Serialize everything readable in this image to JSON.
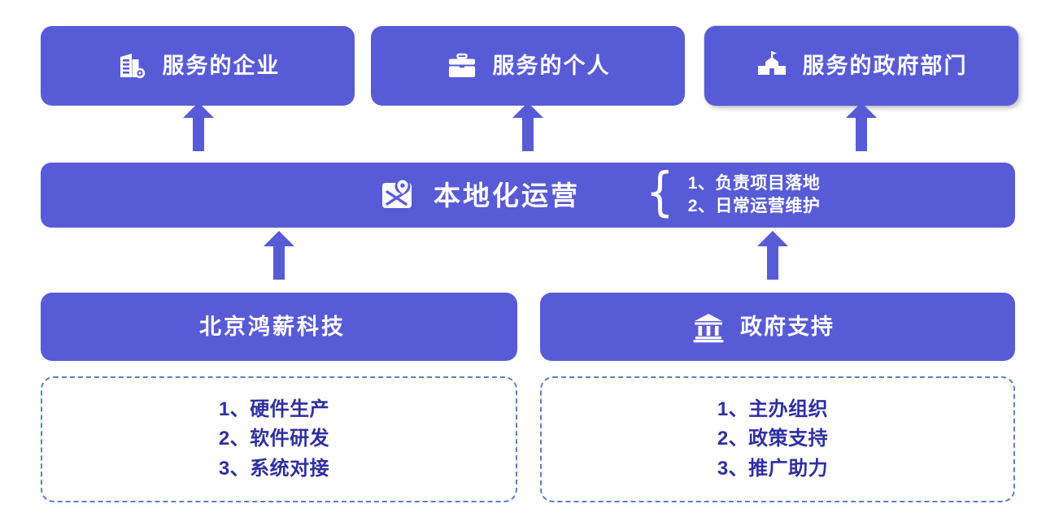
{
  "colors": {
    "box_fill": "#585bd6",
    "box_text": "#ffffff",
    "dashed_border": "#5b7fc7",
    "list_text": "#2f2fa0",
    "arrow": "#585bd6",
    "background": "#ffffff"
  },
  "top_row": [
    {
      "label": "服务的企业",
      "icon": "office-building-icon"
    },
    {
      "label": "服务的个人",
      "icon": "briefcase-icon"
    },
    {
      "label": "服务的政府部门",
      "icon": "government-building-icon"
    }
  ],
  "middle": {
    "label": "本地化运营",
    "icon": "map-location-pin-icon",
    "brace": "{",
    "duties": [
      "1、负责项目落地",
      "2、日常运营维护"
    ]
  },
  "bottom_row": [
    {
      "label": "北京鸿薪科技",
      "icon": null
    },
    {
      "label": "政府支持",
      "icon": "bank-columns-icon"
    }
  ],
  "detail_lists": [
    {
      "owner": "北京鸿薪科技",
      "items": [
        "1、硬件生产",
        "2、软件研发",
        "3、系统对接"
      ]
    },
    {
      "owner": "政府支持",
      "items": [
        "1、主办组织",
        "2、政策支持",
        "3、推广助力"
      ]
    }
  ],
  "arrows": [
    {
      "name": "arrow-to-enterprise",
      "direction": "up"
    },
    {
      "name": "arrow-to-individual",
      "direction": "up"
    },
    {
      "name": "arrow-to-government",
      "direction": "up"
    },
    {
      "name": "arrow-company-to-localop",
      "direction": "up"
    },
    {
      "name": "arrow-support-to-localop",
      "direction": "up"
    }
  ]
}
